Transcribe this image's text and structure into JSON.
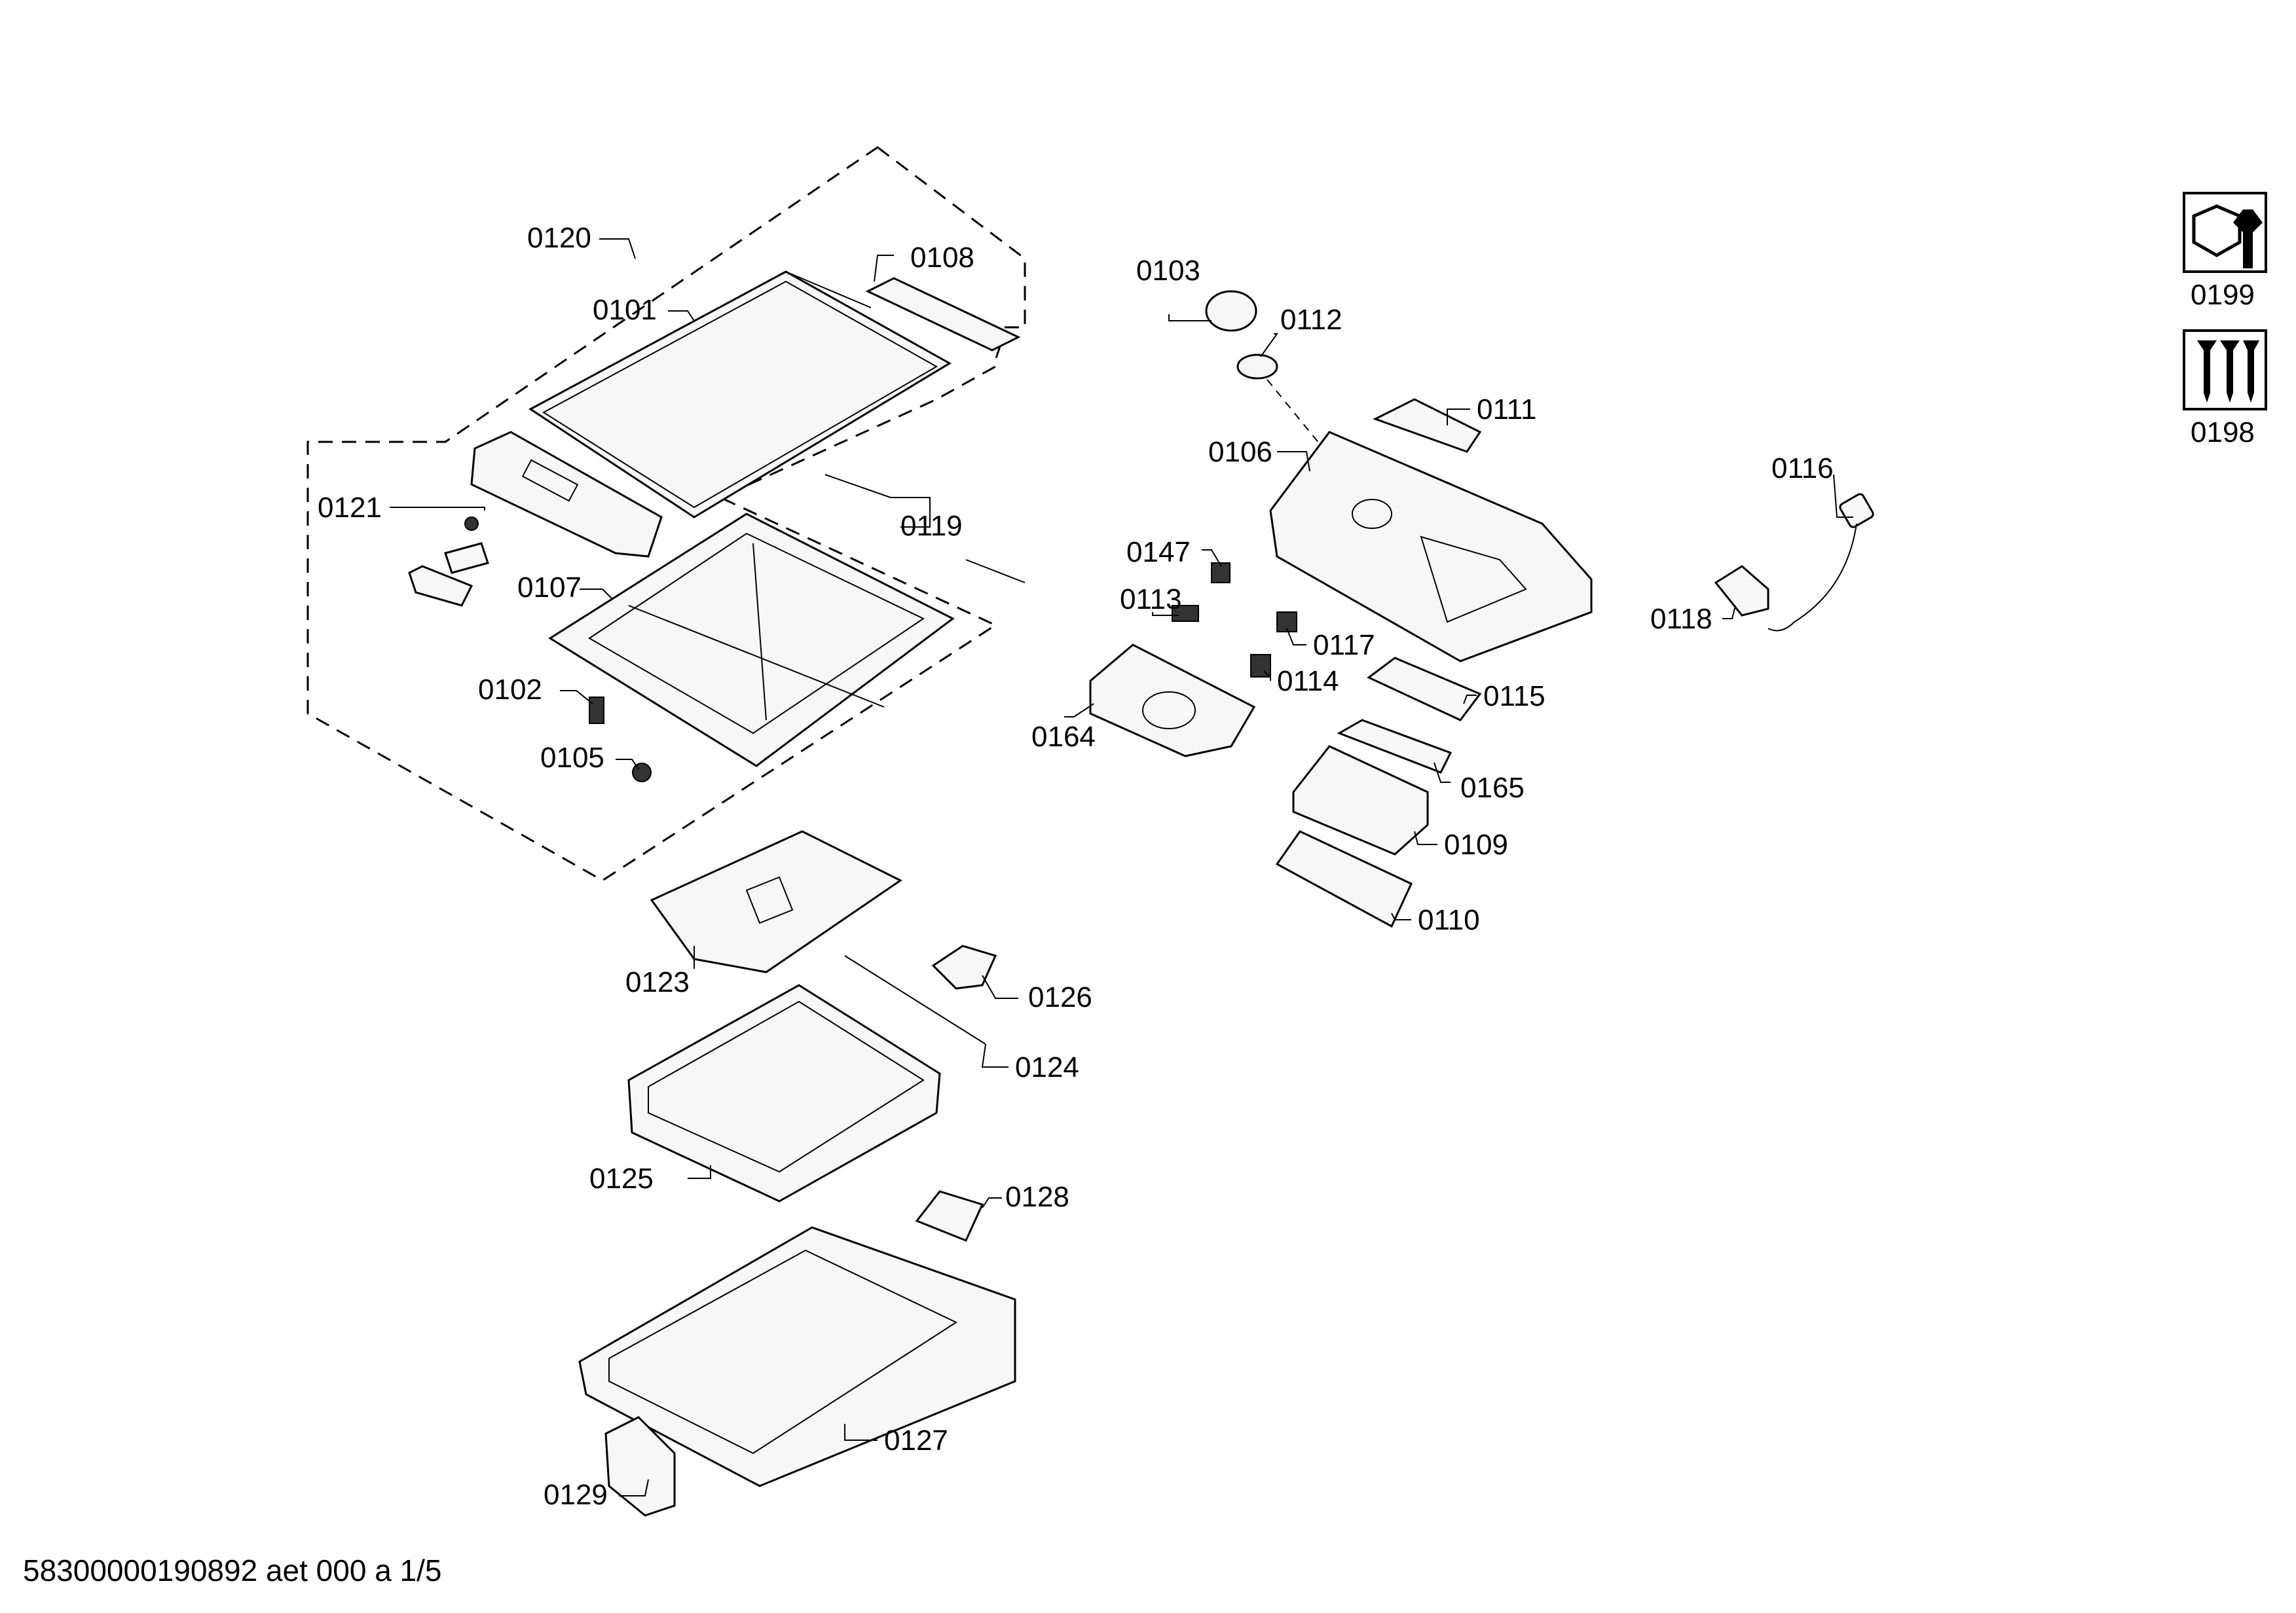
{
  "footer": "58300000190892 aet 000 a 1/5",
  "legend": {
    "tool_label": "0199",
    "screws_label": "0198",
    "tool_icon": "nut-wrench-icon",
    "screws_icon": "screws-icon"
  },
  "labels": {
    "p0120": "0120",
    "p0108": "0108",
    "p0101": "0101",
    "p0121": "0121",
    "p0119": "0119",
    "p0107": "0107",
    "p0102": "0102",
    "p0105": "0105",
    "p0123": "0123",
    "p0126": "0126",
    "p0124": "0124",
    "p0125": "0125",
    "p0128": "0128",
    "p0127": "0127",
    "p0129": "0129",
    "p0103": "0103",
    "p0112": "0112",
    "p0111": "0111",
    "p0106": "0106",
    "p0147": "0147",
    "p0113": "0113",
    "p0117": "0117",
    "p0114": "0114",
    "p0164": "0164",
    "p0115": "0115",
    "p0165": "0165",
    "p0109": "0109",
    "p0110": "0110",
    "p0116": "0116",
    "p0118": "0118"
  }
}
